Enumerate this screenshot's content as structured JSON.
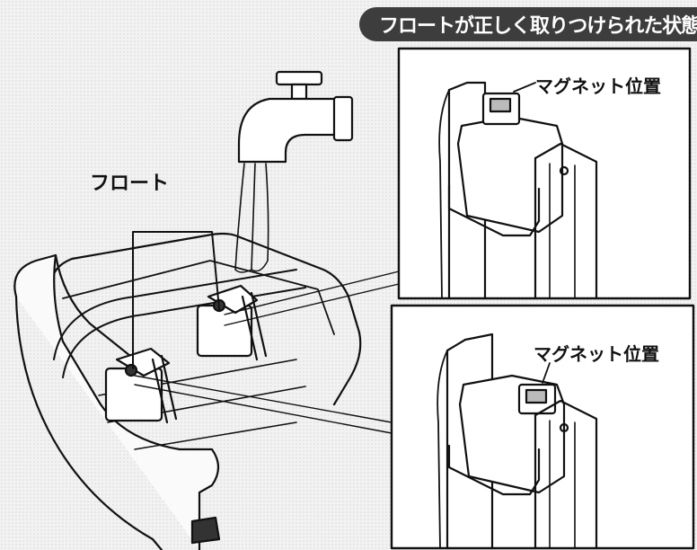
{
  "banner": {
    "title": "フロートが正しく取りつけられた状態"
  },
  "labels": {
    "float": "フロート",
    "magnet_top": "マグネット位置",
    "magnet_bottom": "マグネット位置"
  },
  "colors": {
    "line": "#111111",
    "panel": "#ffffff",
    "banner": "#3d3d3d",
    "background": "#f2f2f2"
  }
}
